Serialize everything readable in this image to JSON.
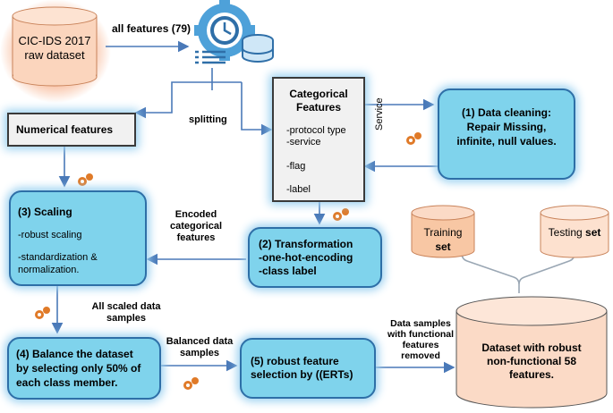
{
  "dataset": {
    "line1": "CIC-IDS 2017",
    "line2": "raw dataset"
  },
  "all_features": "all features (79)",
  "splitting": "splitting",
  "numerical": {
    "title": "Numerical features"
  },
  "categorical": {
    "title_line1": "Categorical",
    "title_line2": "Features",
    "items": [
      "-protocol type",
      "-service",
      "-flag",
      "-label"
    ]
  },
  "service_label": "Service",
  "cleaning": {
    "line1": "(1) Data cleaning:",
    "line2": "Repair Missing,",
    "line3": "infinite, null values."
  },
  "scaling": {
    "title": "(3) Scaling",
    "item1": "-robust scaling",
    "item2_line1": "-standardization &",
    "item2_line2": "normalization."
  },
  "encoded_label": [
    "Encoded",
    "categorical",
    "features"
  ],
  "transformation": {
    "line1": "(2) Transformation",
    "line2": "-one-hot-encoding",
    "line3": "-class label"
  },
  "training": {
    "line1": "Training",
    "line2": "set"
  },
  "testing": {
    "line1": "Testing",
    "line2": "set"
  },
  "all_scaled_label": [
    "All scaled data",
    "samples"
  ],
  "balance": {
    "line1": "(4) Balance the dataset",
    "line2": "by selecting only 50% of",
    "line3": "each class member."
  },
  "balanced_label": [
    "Balanced data",
    "samples"
  ],
  "feature_selection": {
    "line1": "(5) robust feature",
    "line2": "selection by ((ERTs)"
  },
  "removed_label": [
    "Data samples",
    "with functional",
    "features removed"
  ],
  "final": {
    "line1": "Dataset with robust",
    "line2": "non-functional 58",
    "line3": "features."
  },
  "colors": {
    "box_fill": "#7fd3ec",
    "box_border": "#2e6fa7",
    "cylinder_fill": "#fbd5bd",
    "arrow": "#4a79b8",
    "gear": "#e07a28"
  },
  "icons": [
    "gear-icon",
    "database-icon",
    "list-icon",
    "arrow-icon"
  ]
}
